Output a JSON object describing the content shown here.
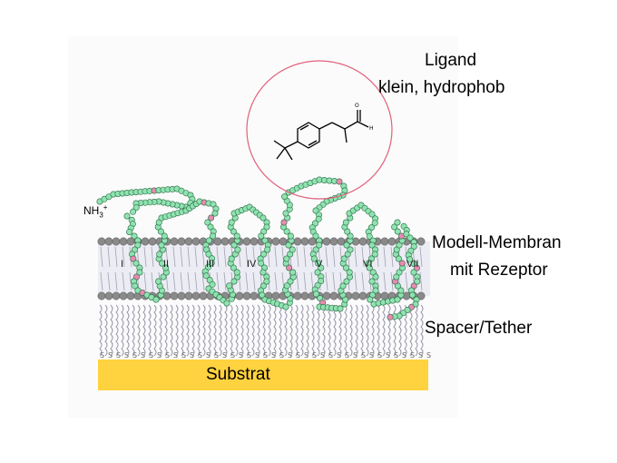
{
  "ligand": {
    "line1": "Ligand",
    "line2": "klein, hydrophob"
  },
  "membrane": {
    "line1": "Modell-Membran",
    "line2": "mit Rezeptor"
  },
  "spacer": {
    "label": "Spacer/Tether"
  },
  "substrate": {
    "label": "Substrat"
  },
  "terminus": {
    "label": "NH",
    "sub": "3",
    "sup": "+"
  },
  "helices": [
    "I",
    "II",
    "III",
    "IV",
    "V",
    "VI",
    "VII"
  ],
  "colors": {
    "substrate": "#ffd23f",
    "bead": "#8fe3b0",
    "lipid_head": "#8a8a8a",
    "ring": "#e0607a"
  }
}
